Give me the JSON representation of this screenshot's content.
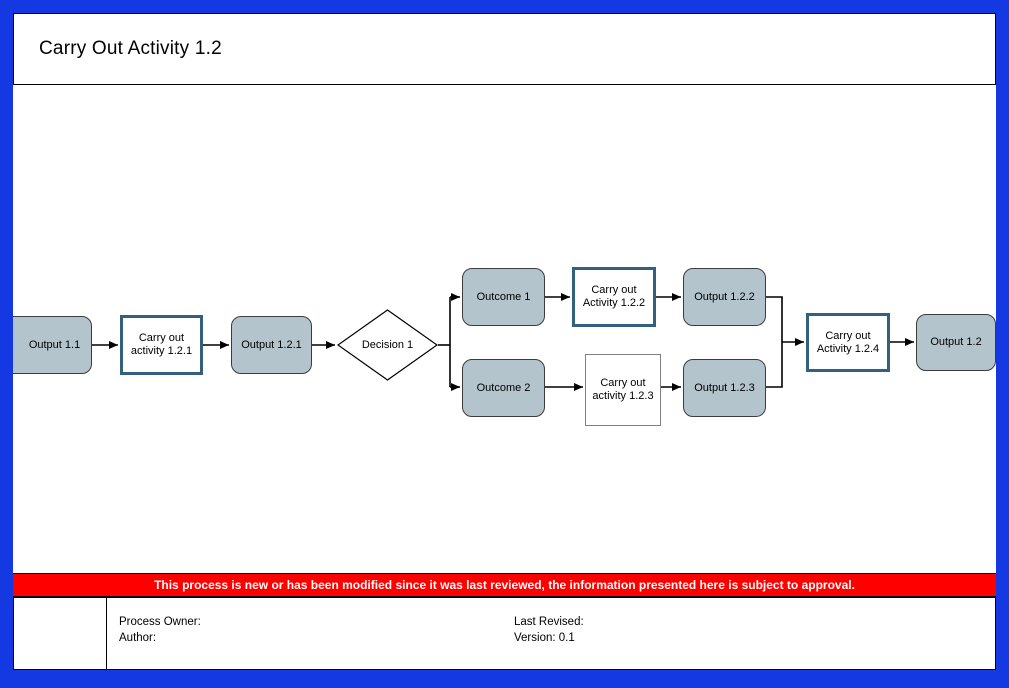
{
  "page": {
    "title": "Carry Out Activity 1.2",
    "banner_text": "This process is new or has been modified since it was last reviewed, the information presented here is subject to approval.",
    "footer": {
      "process_owner_label": "Process Owner:",
      "author_label": "Author:",
      "last_revised_label": "Last Revised:",
      "version_label": "Version: 0.1"
    }
  },
  "colors": {
    "frame_blue": "#1438e1",
    "node_gray": "#b3c4cc",
    "activity_border_teal": "#31617e",
    "banner_red": "#fe0000"
  },
  "diagram": {
    "nodes": [
      {
        "id": "output-1-1",
        "type": "output",
        "label": "Output 1.1"
      },
      {
        "id": "activity-1-2-1",
        "type": "activity-highlight",
        "label": "Carry out\nactivity 1.2.1"
      },
      {
        "id": "output-1-2-1",
        "type": "output",
        "label": "Output 1.2.1"
      },
      {
        "id": "decision-1",
        "type": "decision",
        "label": "Decision 1"
      },
      {
        "id": "outcome-1",
        "type": "output",
        "label": "Outcome 1"
      },
      {
        "id": "activity-1-2-2",
        "type": "activity-highlight",
        "label": "Carry out\nActivity 1.2.2"
      },
      {
        "id": "output-1-2-2",
        "type": "output",
        "label": "Output 1.2.2"
      },
      {
        "id": "outcome-2",
        "type": "output",
        "label": "Outcome 2"
      },
      {
        "id": "activity-1-2-3",
        "type": "activity",
        "label": "Carry out\nactivity 1.2.3"
      },
      {
        "id": "output-1-2-3",
        "type": "output",
        "label": "Output 1.2.3"
      },
      {
        "id": "activity-1-2-4",
        "type": "activity-highlight",
        "label": "Carry out\nActivity 1.2.4"
      },
      {
        "id": "output-1-2",
        "type": "output",
        "label": "Output 1.2"
      }
    ]
  }
}
